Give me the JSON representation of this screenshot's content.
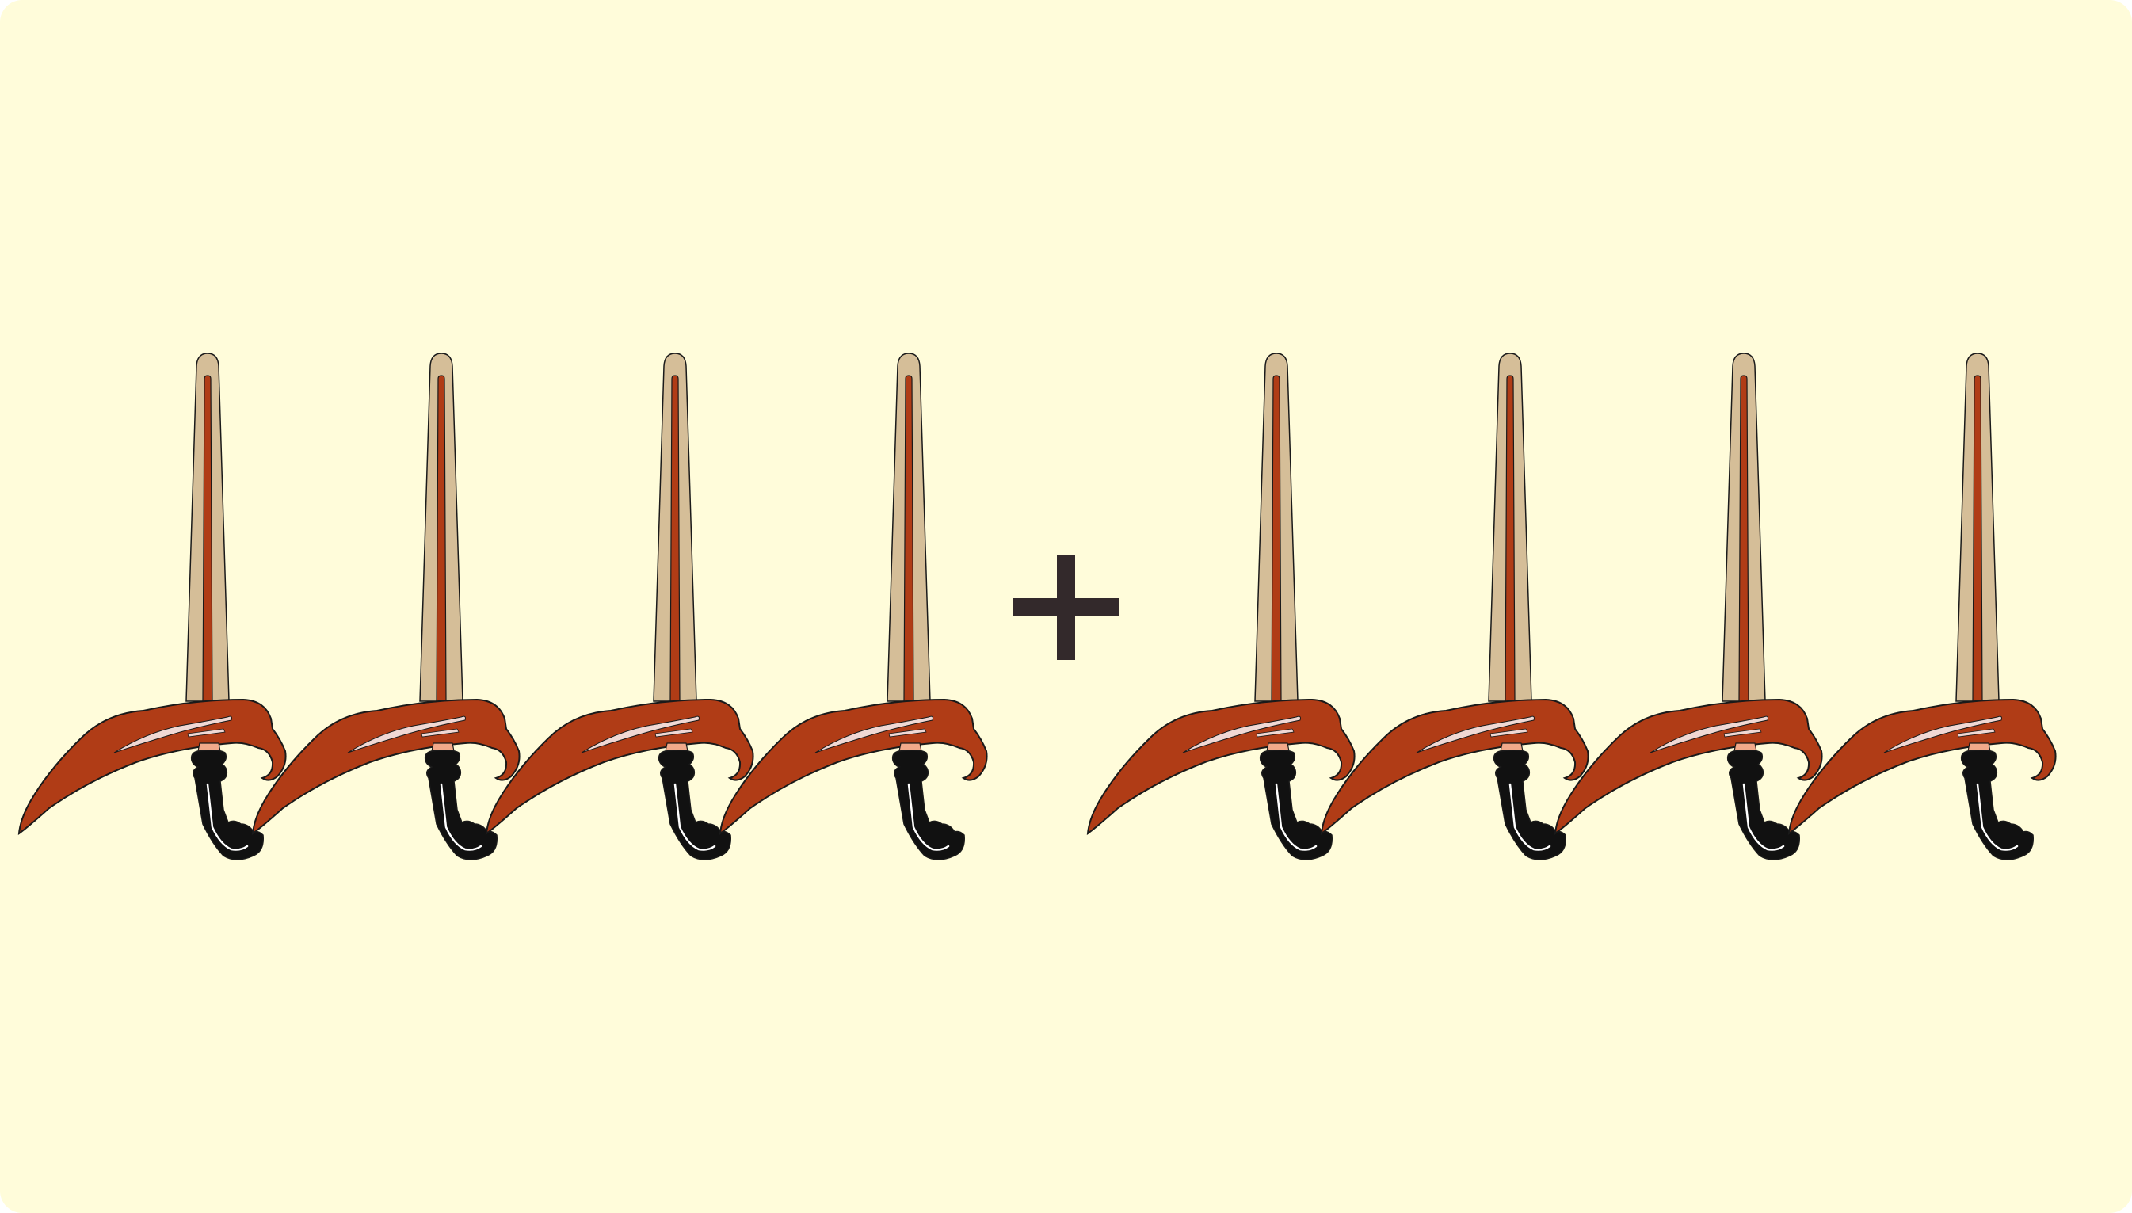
{
  "background_color": "#FFFCDA",
  "operator": {
    "symbol": "+",
    "icon": "plus-icon",
    "color": "#33292B"
  },
  "groups": [
    {
      "name": "left",
      "count": 4,
      "icon": "sword-icon"
    },
    {
      "name": "right",
      "count": 4,
      "icon": "sword-icon"
    }
  ],
  "sword_colors": {
    "blade": "#D5BE98",
    "fuller": "#B03C16",
    "guard": "#B03C16",
    "guard_highlight": "#F0D8D4",
    "grip": "#111111",
    "grip_highlight": "#FFFFFF",
    "collar": "#F2A98A",
    "outline": "#1A1A1A"
  }
}
